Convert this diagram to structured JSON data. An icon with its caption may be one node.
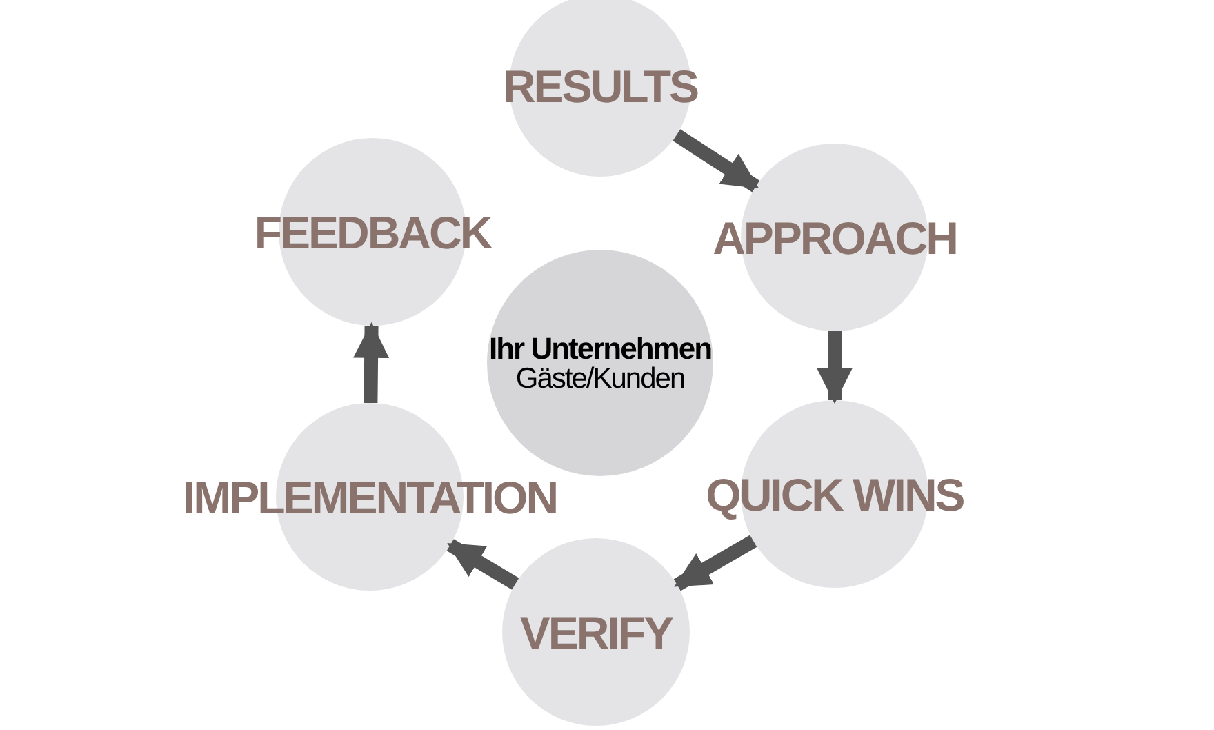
{
  "diagram": {
    "nodes": [
      {
        "text": [
          "RESULTS"
        ]
      },
      {
        "text": [
          "APPROACH"
        ]
      },
      {
        "text": [
          "QUICK WINS"
        ]
      },
      {
        "text": [
          "VERIFY"
        ]
      },
      {
        "text": [
          "IMPLEMENTATION"
        ]
      },
      {
        "text": [
          "FEEDBACK"
        ]
      },
      {
        "text": [
          "Ihr Unternehmen",
          "Gäste/Kunden"
        ]
      }
    ],
    "edges": [
      {
        "from": 0,
        "to": 1,
        "arrow": "to"
      },
      {
        "from": 1,
        "to": 2,
        "arrow": "to"
      },
      {
        "from": 2,
        "to": 3,
        "arrow": "to"
      },
      {
        "from": 3,
        "to": 4,
        "arrow": "to"
      },
      {
        "from": 4,
        "to": 5,
        "arrow": "to"
      }
    ]
  }
}
